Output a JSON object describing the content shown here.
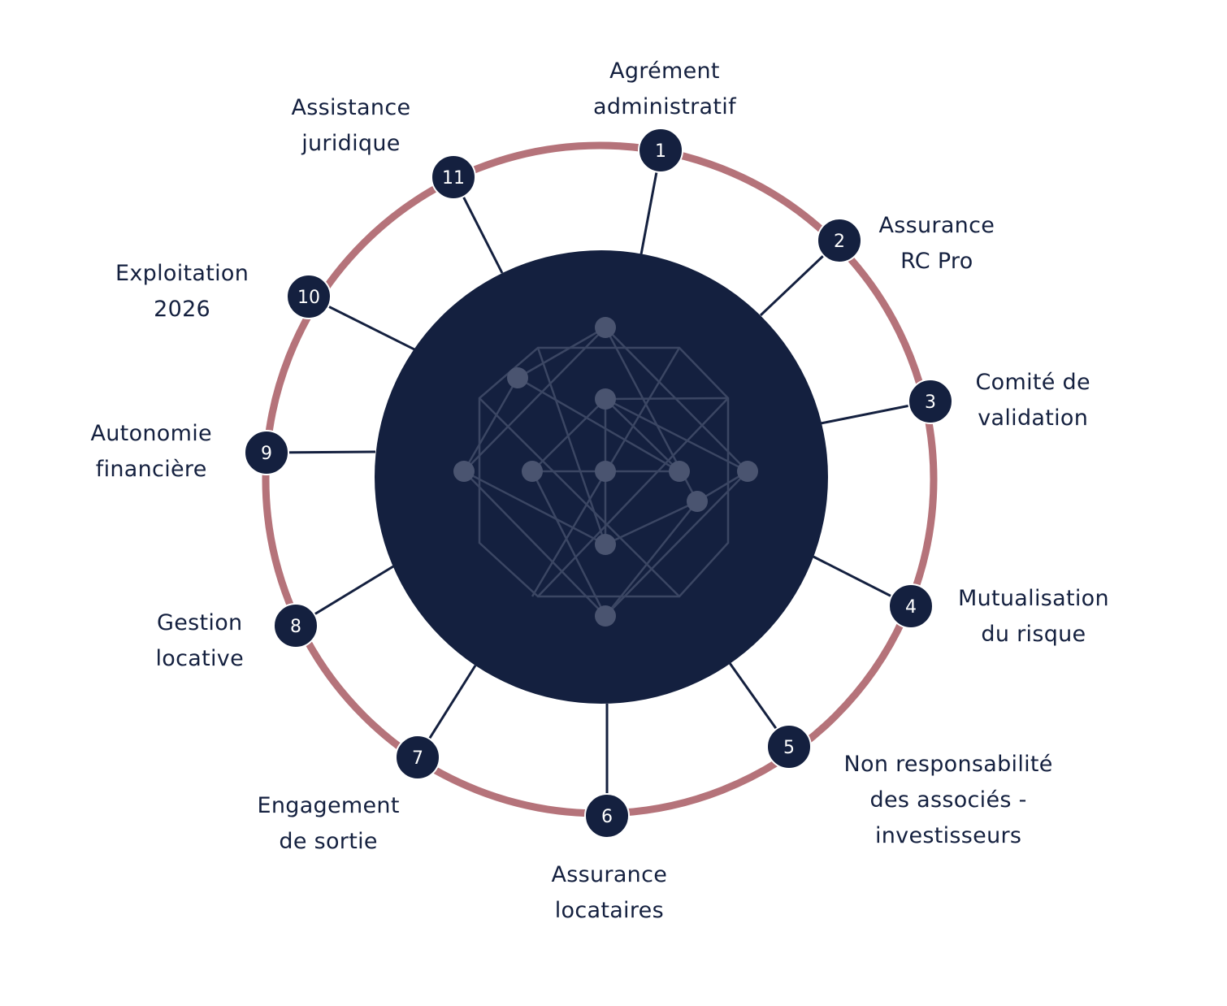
{
  "colors": {
    "navy": "#14203f",
    "ring": "#b5737a",
    "network_line": "#3b4663",
    "network_node": "#4a5470",
    "text": "#14203f",
    "white": "#ffffff"
  },
  "nodes": [
    {
      "number": "1",
      "label": [
        "Agrément",
        "administratif"
      ]
    },
    {
      "number": "2",
      "label": [
        "Assurance",
        "RC Pro"
      ]
    },
    {
      "number": "3",
      "label": [
        "Comité de",
        "validation"
      ]
    },
    {
      "number": "4",
      "label": [
        "Mutualisation",
        "du risque"
      ]
    },
    {
      "number": "5",
      "label": [
        "Non responsabilité",
        "des associés -",
        "investisseurs"
      ]
    },
    {
      "number": "6",
      "label": [
        "Assurance",
        "locataires"
      ]
    },
    {
      "number": "7",
      "label": [
        "Engagement",
        "de sortie"
      ]
    },
    {
      "number": "8",
      "label": [
        "Gestion",
        "locative"
      ]
    },
    {
      "number": "9",
      "label": [
        "Autonomie",
        "financière"
      ]
    },
    {
      "number": "10",
      "label": [
        "Exploitation",
        "2026"
      ]
    },
    {
      "number": "11",
      "label": [
        "Assistance",
        "juridique"
      ]
    }
  ]
}
